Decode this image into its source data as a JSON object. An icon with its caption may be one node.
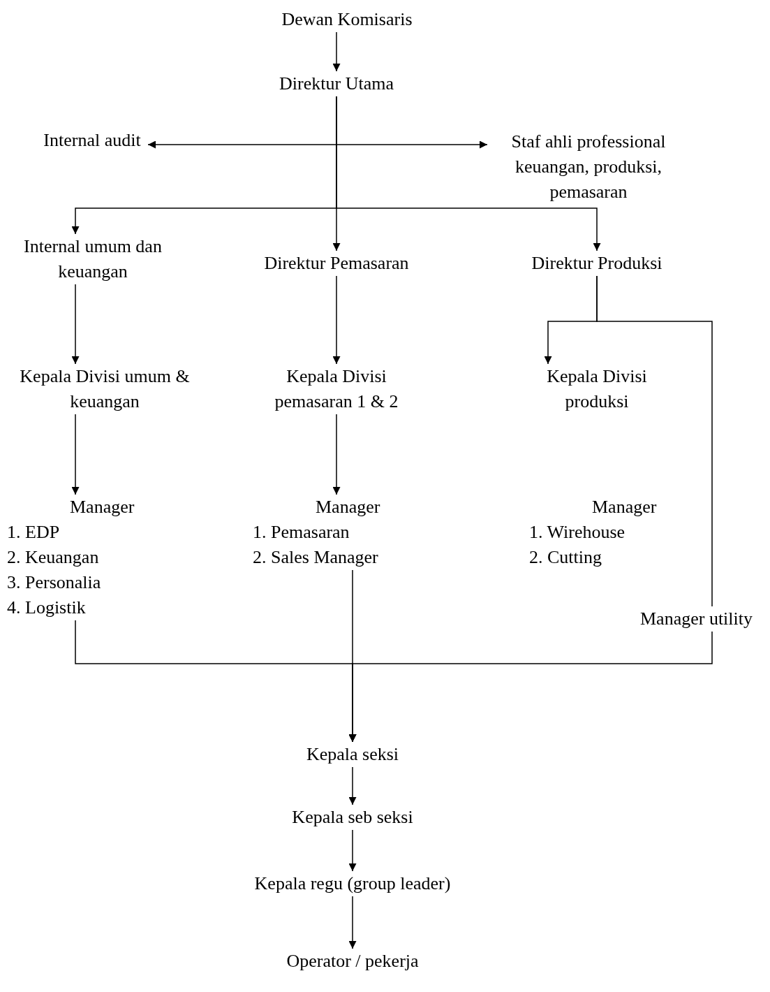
{
  "diagram": {
    "nodes": [
      {
        "text": [
          "Dewan Komisaris"
        ]
      },
      {
        "text": [
          "Direktur Utama"
        ]
      },
      {
        "text": [
          "Internal audit"
        ]
      },
      {
        "text": [
          "Staf ahli professional keuangan, produksi, pemasaran"
        ]
      },
      {
        "text": [
          "Internal umum dan keuangan"
        ]
      },
      {
        "text": [
          "Direktur Pemasaran"
        ]
      },
      {
        "text": [
          "Direktur Produksi"
        ]
      },
      {
        "text": [
          "Kepala Divisi umum & keuangan"
        ]
      },
      {
        "text": [
          "Kepala Divisi pemasaran 1 & 2"
        ]
      },
      {
        "text": [
          "Kepala Divisi produksi"
        ]
      },
      {
        "text": [
          "Manager",
          "1. EDP",
          "2. Keuangan",
          "3. Personalia",
          "4. Logistik"
        ]
      },
      {
        "text": [
          "Manager",
          "1. Pemasaran",
          "2. Sales Manager"
        ]
      },
      {
        "text": [
          "Manager",
          "1. Wirehouse",
          "2. Cutting"
        ]
      },
      {
        "text": [
          "Manager utility"
        ]
      },
      {
        "text": [
          "Kepala seksi"
        ]
      },
      {
        "text": [
          "Kepala seb seksi"
        ]
      },
      {
        "text": [
          "Kepala regu (group leader)"
        ]
      },
      {
        "text": [
          "Operator / pekerja"
        ]
      }
    ],
    "edges": [
      {
        "from": 0,
        "to": 1,
        "arrow": "to"
      },
      {
        "from": 1,
        "to": 2,
        "arrow": "to"
      },
      {
        "from": 1,
        "to": 3,
        "arrow": "to"
      },
      {
        "from": 1,
        "to": 4,
        "arrow": "to"
      },
      {
        "from": 1,
        "to": 5,
        "arrow": "to"
      },
      {
        "from": 1,
        "to": 6,
        "arrow": "to"
      },
      {
        "from": 4,
        "to": 7,
        "arrow": "to"
      },
      {
        "from": 5,
        "to": 8,
        "arrow": "to"
      },
      {
        "from": 6,
        "to": 9,
        "arrow": "to"
      },
      {
        "from": 6,
        "to": 13,
        "arrow": "none"
      },
      {
        "from": 7,
        "to": 10,
        "arrow": "to"
      },
      {
        "from": 8,
        "to": 11,
        "arrow": "to"
      },
      {
        "from": 10,
        "to": 14,
        "arrow": "to"
      },
      {
        "from": 11,
        "to": 14,
        "arrow": "to"
      },
      {
        "from": 13,
        "to": 14,
        "arrow": "to"
      },
      {
        "from": 14,
        "to": 15,
        "arrow": "to"
      },
      {
        "from": 15,
        "to": 16,
        "arrow": "to"
      },
      {
        "from": 16,
        "to": 17,
        "arrow": "to"
      }
    ]
  }
}
